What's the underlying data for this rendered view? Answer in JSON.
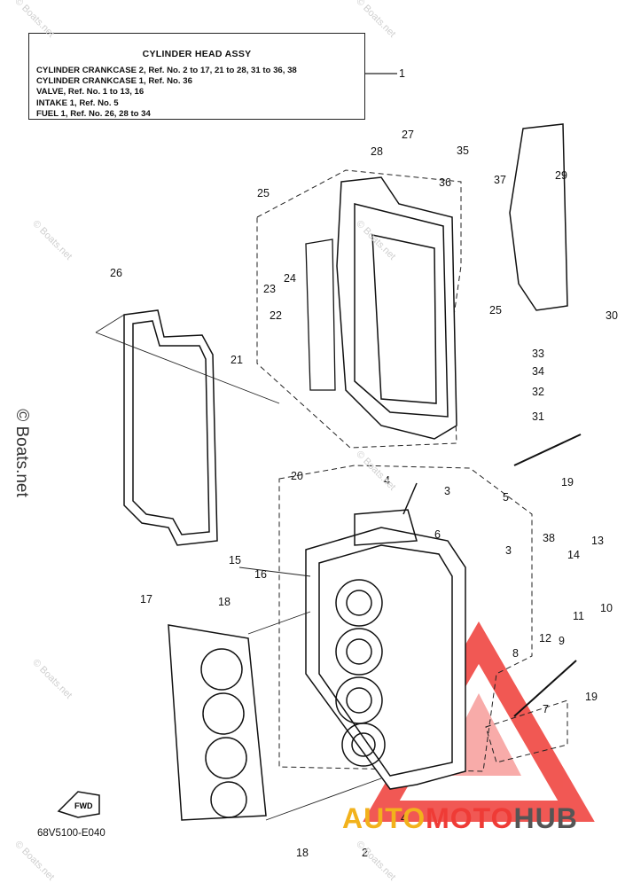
{
  "legend": {
    "title": "CYLINDER  HEAD ASSY",
    "rows": [
      "CYLINDER CRANKCASE 2, Ref. No. 2 to 17, 21 to 28, 31 to 36, 38",
      "CYLINDER CRANKCASE 1, Ref. No. 36",
      "VALVE,       Ref. No. 1 to 13, 16",
      "INTAKE 1,  Ref. No. 5",
      "FUEL 1,  Ref. No. 26, 28 to 34"
    ],
    "callout": "1"
  },
  "callouts": [
    "27",
    "28",
    "35",
    "36",
    "37",
    "29",
    "25",
    "26",
    "23",
    "24",
    "25",
    "30",
    "22",
    "21",
    "33",
    "34",
    "32",
    "31",
    "19",
    "20",
    "4",
    "3",
    "5",
    "6",
    "3",
    "38",
    "13",
    "14",
    "15",
    "16",
    "11",
    "10",
    "18",
    "12",
    "9",
    "8",
    "17",
    "19",
    "7",
    "18",
    "2",
    "4"
  ],
  "watermark": "© Boats.net",
  "side_watermark": "© Boats.net",
  "fwd_label": "FWD",
  "diagram_code": "68V5100-E040",
  "brand": {
    "part1": "AUTO",
    "part2": "MOTO",
    "part3": "HUB"
  },
  "colors": {
    "brand_yellow": "#f2b21c",
    "brand_red": "#ef3b36",
    "brand_gray": "#555555"
  }
}
